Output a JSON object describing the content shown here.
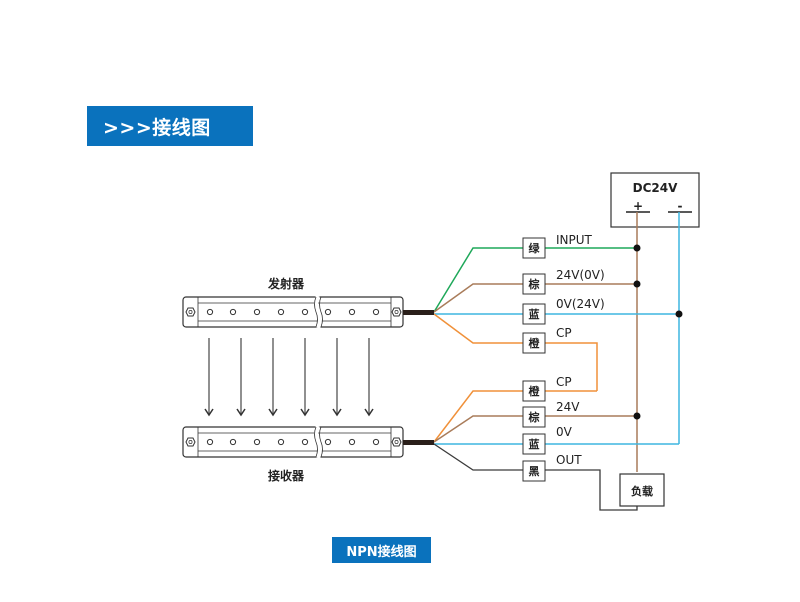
{
  "header": {
    "title": ">>>接线图"
  },
  "footer": {
    "caption": "NPN接线图"
  },
  "colors": {
    "banner": "#0a72bd",
    "green": "#1fa85a",
    "brown": "#a97c5a",
    "blue": "#3fb6e0",
    "orange": "#f0913a",
    "black": "#3a3a3a"
  },
  "power_supply": {
    "label": "DC24V",
    "plus": "+",
    "minus": "-"
  },
  "emitter": {
    "label": "发射器",
    "wires": [
      {
        "color_name": "绿",
        "signal": "INPUT",
        "color": "green"
      },
      {
        "color_name": "棕",
        "signal": "24V(0V)",
        "color": "brown"
      },
      {
        "color_name": "蓝",
        "signal": "0V(24V)",
        "color": "blue"
      },
      {
        "color_name": "橙",
        "signal": "CP",
        "color": "orange"
      }
    ]
  },
  "receiver": {
    "label": "接收器",
    "wires": [
      {
        "color_name": "橙",
        "signal": "CP",
        "color": "orange"
      },
      {
        "color_name": "棕",
        "signal": "24V",
        "color": "brown"
      },
      {
        "color_name": "蓝",
        "signal": "0V",
        "color": "blue"
      },
      {
        "color_name": "黑",
        "signal": "OUT",
        "color": "black"
      }
    ]
  },
  "load": {
    "label": "负载"
  },
  "beam_count": 6
}
